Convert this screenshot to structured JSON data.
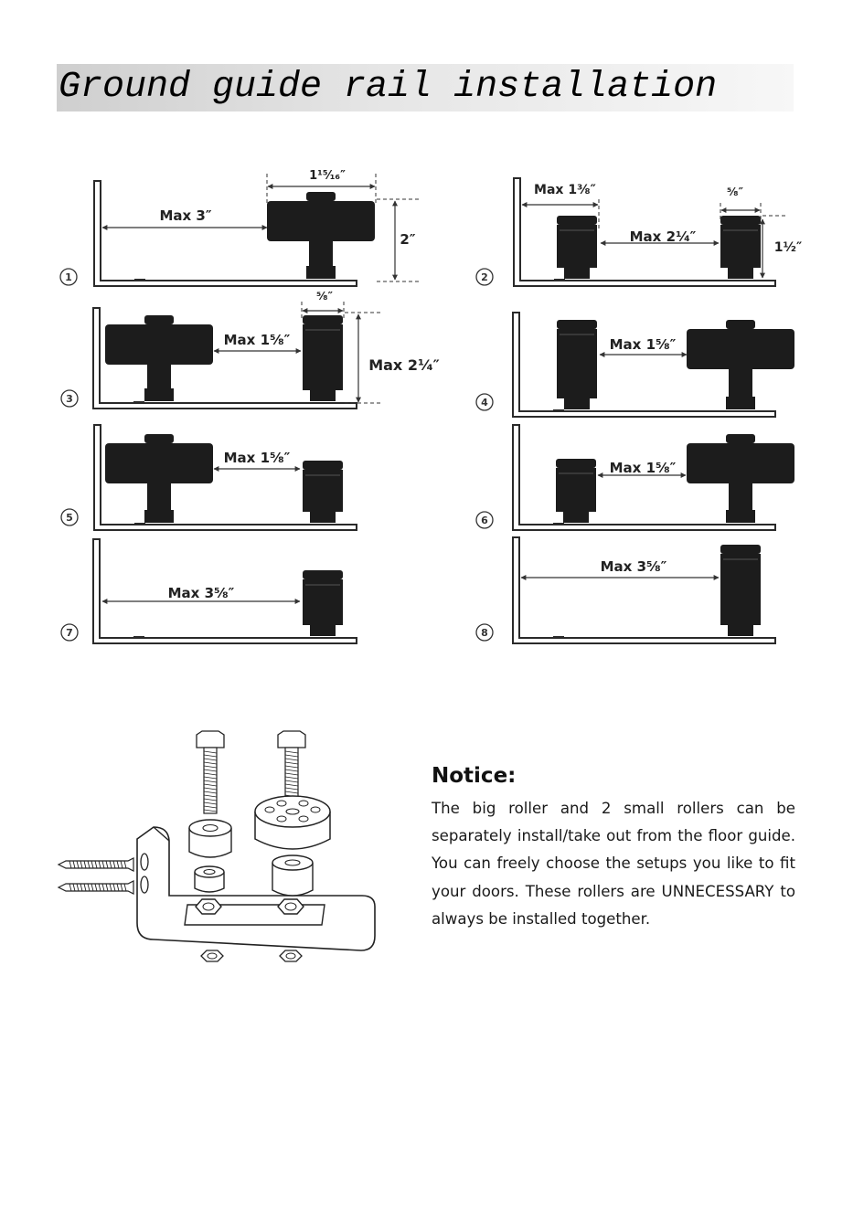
{
  "page": {
    "title": "Ground guide rail installation"
  },
  "setups": [
    {
      "num": "1",
      "labels": [
        "Max 3″",
        "1¹⁵⁄₁₆″",
        "2″"
      ]
    },
    {
      "num": "2",
      "labels": [
        "Max 1³⁄₈″",
        "⁵⁄₈″",
        "Max 2¹⁄₄″",
        "1¹⁄₂″"
      ]
    },
    {
      "num": "3",
      "labels": [
        "⁵⁄₈″",
        "Max 1⁵⁄₈″",
        "Max 2¹⁄₄″"
      ]
    },
    {
      "num": "4",
      "labels": [
        "Max 1⁵⁄₈″"
      ]
    },
    {
      "num": "5",
      "labels": [
        "Max 1⁵⁄₈″"
      ]
    },
    {
      "num": "6",
      "labels": [
        "Max 1⁵⁄₈″"
      ]
    },
    {
      "num": "7",
      "labels": [
        "Max 3⁵⁄₈″"
      ]
    },
    {
      "num": "8",
      "labels": [
        "Max 3⁵⁄₈″"
      ]
    }
  ],
  "notice": {
    "title": "Notice:",
    "body": "The big roller and 2 small rollers can be separately install/take out from the floor guide. You can freely choose the setups you like to fit your doors. These rollers are UNNECESSARY to always be installed together."
  },
  "colors": {
    "roller": "#1c1c1c",
    "bracket": "#2a2a2a",
    "dimension": "#333333"
  }
}
